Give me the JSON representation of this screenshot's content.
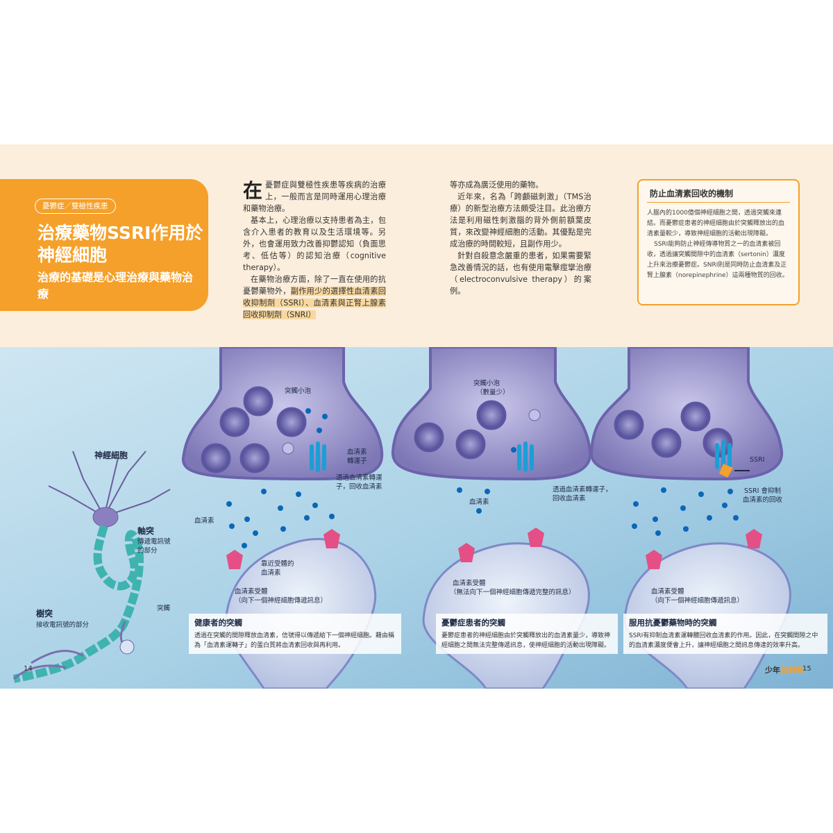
{
  "title_box": {
    "tag": "憂鬱症／雙極性疾患",
    "title": "治療藥物SSRI作用於神經細胞",
    "subtitle": "治療的基礎是心理治療與藥物治療"
  },
  "column1": {
    "drop_cap": "在",
    "p1": "憂鬱症與雙極性疾患等疾病的治療上，一般而言是同時運用心理治療和藥物治療。",
    "p2": "基本上，心理治療以支持患者為主，包含介入患者的教育以及生活環境等。另外，也會運用致力改善抑鬱認知（負面思考、低估等）的認知治療（cognitive therapy）。",
    "p3_start": "在藥物治療方面，除了一直在使用的抗憂鬱藥物外，",
    "p3_highlight": "副作用少的選擇性血清素回收抑制劑（SSRI）、血清素與正腎上腺素回收抑制劑（SNRI）"
  },
  "column2": {
    "p1": "等亦成為廣泛使用的藥物。",
    "p2": "近年來，名為「跨顱磁刺激」（TMS治療）的新型治療方法頗受注目。此治療方法是利用磁性刺激腦的背外側前額葉皮質，來改變神經細胞的活動。其優點是完成治療的時間較短，且副作用少。",
    "p3": "針對自殺意念嚴重的患者，如果需要緊急改善情況的話，也有使用電擊痙攣治療（electroconvulsive therapy）的案例。"
  },
  "sidebox": {
    "title": "防止血清素回收的機制",
    "p1": "人腦內的1000億個神經細胞之間，透過突觸來連結。而憂鬱症患者的神經細胞由於突觸釋放出的血清素量較少，導致神經細胞的活動出現障礙。",
    "p2": "SSRI能夠防止神經傳導物質之一的血清素被回收，透過讓突觸間隙中的血清素（sertonin）濃度上升來治療憂鬱症。SNRI則是同時防止血清素及正腎上腺素（norepinephrine）這兩種物質的回收。"
  },
  "labels": {
    "neuron": "神經細胞",
    "axon": "軸突",
    "axon_desc1": "傳遞電訊號",
    "axon_desc2": "的部分",
    "dendrite": "樹突",
    "dendrite_desc": "接收電訊號的部分",
    "synapse": "突觸",
    "vesicle1": "突觸小泡",
    "transporter1": "血清素",
    "transporter2": "轉運子",
    "reuptake1": "透過血清素轉運",
    "reuptake2": "子，回收血清素",
    "serotonin1": "血清素",
    "bind1": "靠近受體的",
    "bind2": "血清素",
    "receptor1a": "血清素受體",
    "receptor1b": "（向下一個神經細胞傳遞訊息）",
    "vesicle2a": "突觸小泡",
    "vesicle2b": "（數量少）",
    "reuptake2a": "透過血清素轉運子，",
    "reuptake2b": "回收血清素",
    "serotonin2": "血清素",
    "receptor2a": "血清素受體",
    "receptor2b": "（無法向下一個神經細胞傳遞完整的訊息）",
    "ssri": "SSRI",
    "ssri_a": "SSRI 會抑制",
    "ssri_b": "血清素的回收",
    "receptor3a": "血清素受體",
    "receptor3b": "（向下一個神經細胞傳遞訊息）"
  },
  "captions": [
    {
      "title": "健康者的突觸",
      "text": "透過在突觸的間隙釋放血清素，信號得以傳遞給下一個神經細胞。藉由稱為「血清素運轉子」的蛋白質將血清素回收與再利用。"
    },
    {
      "title": "憂鬱症患者的突觸",
      "text": "憂鬱症患者的神經細胞由於突觸釋放出的血清素量少，導致神經細胞之間無法完整傳遞訊息，使神經細胞的活動出現障礙。"
    },
    {
      "title": "服用抗憂鬱藥物時的突觸",
      "text": "SSRI有抑制血清素運轉體回收血清素的作用。因此，在突觸間隙之中的血清素濃度便會上升，讓神經細胞之間訊息傳達的效率升高。"
    }
  ],
  "footer": {
    "page_left": "14",
    "page_right": "15",
    "brand_a": "少年",
    "brand_b": "伽利略"
  },
  "colors": {
    "accent": "#f5a02a",
    "band": "#fbeedc",
    "terminal": "#8a82c4",
    "transporter": "#1a9fd6",
    "receptor": "#e44f86",
    "serotonin": "#0a67b8"
  }
}
